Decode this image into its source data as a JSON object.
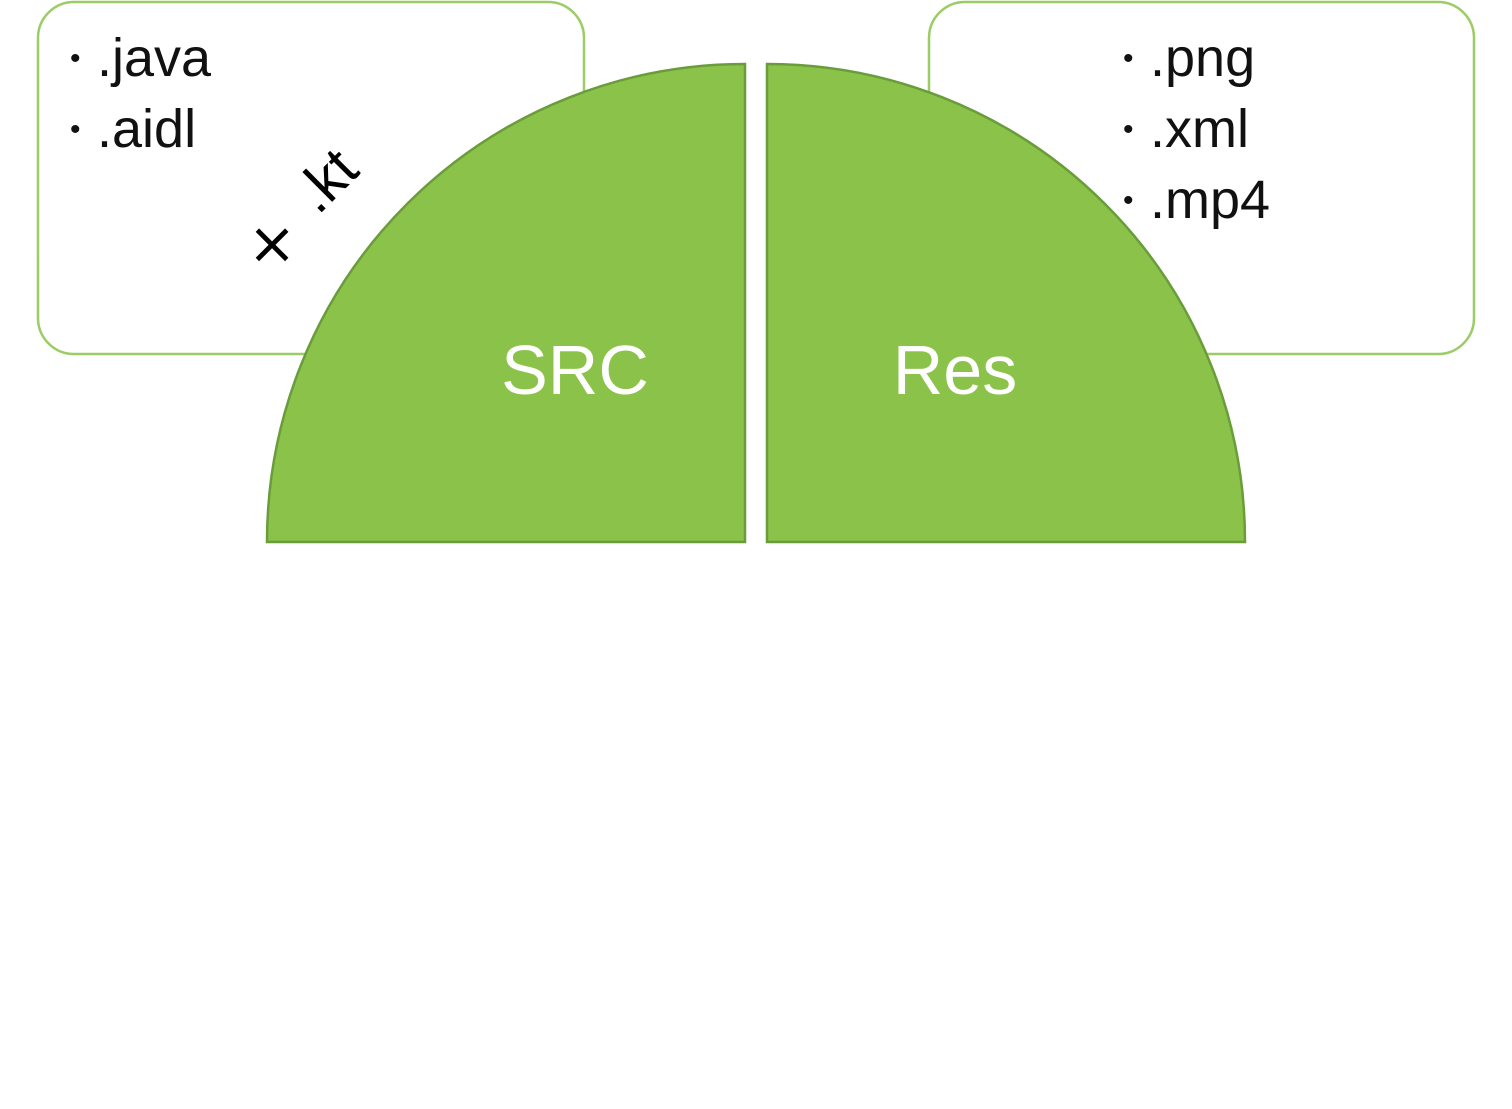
{
  "colors": {
    "segment_fill": "#8bc34a",
    "segment_stroke": "#6a9c3a",
    "card_stroke": "#9ccc65",
    "card_fill": "#ffffff",
    "label_text": "#ffffff"
  },
  "bullet_char": "•",
  "left_card": {
    "items": [
      ".java",
      ".aidl"
    ]
  },
  "right_card": {
    "items": [
      ".png",
      ".xml",
      ".mp4"
    ]
  },
  "segments": {
    "left_label": "SRC",
    "right_label": "Res"
  },
  "annotation": {
    "cross": "×",
    "text": ".kt"
  }
}
